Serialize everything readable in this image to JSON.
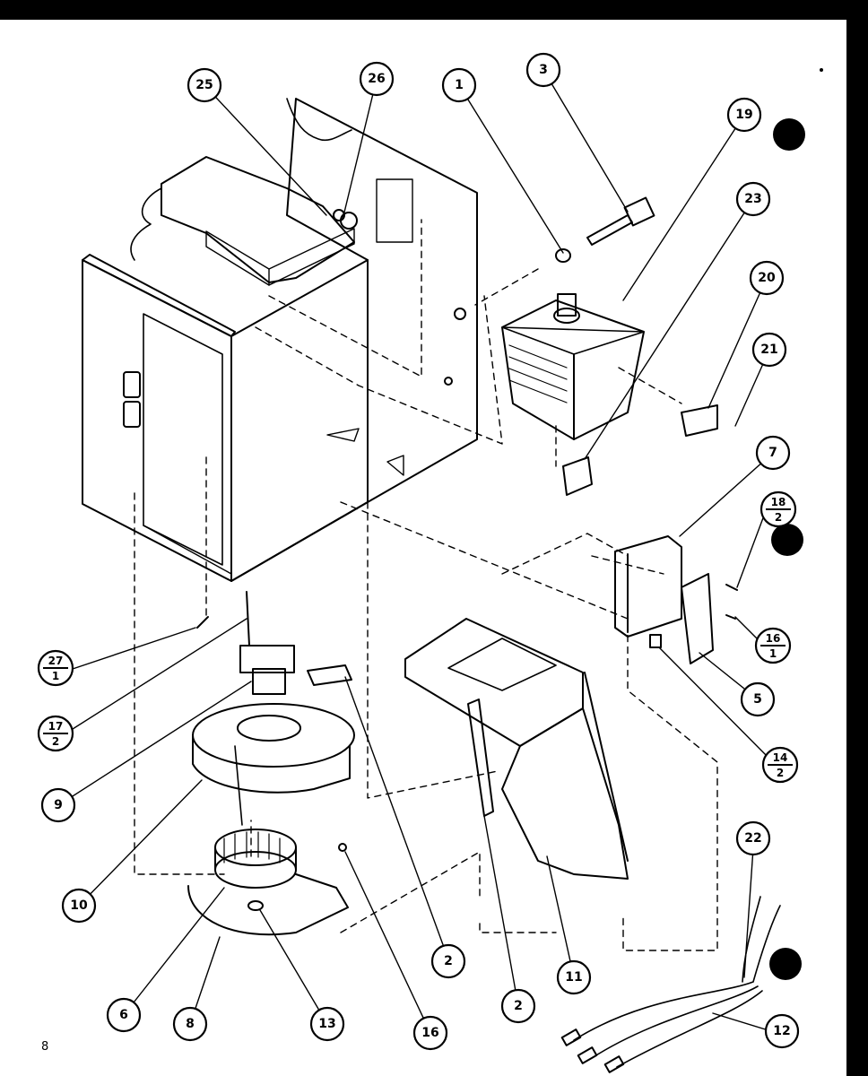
{
  "page_number": "8",
  "callouts": [
    {
      "id": "c25",
      "label": "25"
    },
    {
      "id": "c26",
      "label": "26"
    },
    {
      "id": "c1",
      "label": "1"
    },
    {
      "id": "c3",
      "label": "3"
    },
    {
      "id": "c19",
      "label": "19"
    },
    {
      "id": "c23",
      "label": "23"
    },
    {
      "id": "c20",
      "label": "20"
    },
    {
      "id": "c21",
      "label": "21"
    },
    {
      "id": "c7",
      "label": "7"
    },
    {
      "id": "c5",
      "label": "5"
    },
    {
      "id": "c9",
      "label": "9"
    },
    {
      "id": "c10",
      "label": "10"
    },
    {
      "id": "c6",
      "label": "6"
    },
    {
      "id": "c8",
      "label": "8"
    },
    {
      "id": "c13",
      "label": "13"
    },
    {
      "id": "c16",
      "label": "16"
    },
    {
      "id": "c2a",
      "label": "2"
    },
    {
      "id": "c2b",
      "label": "2"
    },
    {
      "id": "c11",
      "label": "11"
    },
    {
      "id": "c22",
      "label": "22"
    },
    {
      "id": "c12",
      "label": "12"
    }
  ],
  "fraction_callouts": [
    {
      "id": "f18",
      "top": "18",
      "bottom": "2"
    },
    {
      "id": "f16",
      "top": "16",
      "bottom": "1"
    },
    {
      "id": "f14",
      "top": "14",
      "bottom": "2"
    },
    {
      "id": "f27",
      "top": "27",
      "bottom": "1"
    },
    {
      "id": "f17",
      "top": "17",
      "bottom": "2"
    }
  ]
}
